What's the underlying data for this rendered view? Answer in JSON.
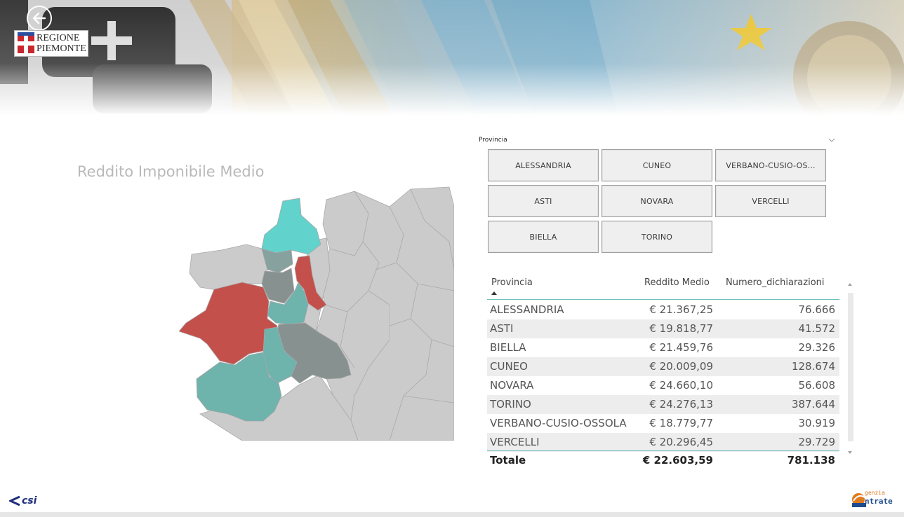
{
  "header": {
    "logo_line1": "REGIONE",
    "logo_line2": "PIEMONTE"
  },
  "title": "Reddito Imponibile Medio",
  "map": {
    "regions": [
      {
        "name": "VERBANO-CUSIO-OSSOLA",
        "color": "#62d2cd"
      },
      {
        "name": "NOVARA",
        "color": "#c4504c"
      },
      {
        "name": "BIELLA",
        "color": "#86a19e"
      },
      {
        "name": "VERCELLI",
        "color": "#6fb3ad"
      },
      {
        "name": "TORINO",
        "color": "#c4504c"
      },
      {
        "name": "ASTI",
        "color": "#6fb3ad"
      },
      {
        "name": "ALESSANDRIA",
        "color": "#879290"
      },
      {
        "name": "CUNEO",
        "color": "#6fb3ad"
      }
    ],
    "context_color": "#cbcbcb",
    "border_color": "#a9a9a9"
  },
  "slicer": {
    "header": "Provincia",
    "options": [
      "ALESSANDRIA",
      "CUNEO",
      "VERBANO-CUSIO-OS...",
      "ASTI",
      "NOVARA",
      "VERCELLI",
      "BIELLA",
      "TORINO"
    ]
  },
  "table": {
    "columns": [
      "Provincia",
      "Reddito Medio",
      "Numero_dichiarazioni"
    ],
    "rows": [
      [
        "ALESSANDRIA",
        "€ 21.367,25",
        "76.666"
      ],
      [
        "ASTI",
        "€ 19.818,77",
        "41.572"
      ],
      [
        "BIELLA",
        "€ 21.459,76",
        "29.326"
      ],
      [
        "CUNEO",
        "€ 20.009,09",
        "128.674"
      ],
      [
        "NOVARA",
        "€ 24.660,10",
        "56.608"
      ],
      [
        "TORINO",
        "€ 24.276,13",
        "387.644"
      ],
      [
        "VERBANO-CUSIO-OSSOLA",
        "€ 18.779,77",
        "30.919"
      ],
      [
        "VERCELLI",
        "€ 20.296,45",
        "29.729"
      ]
    ],
    "total": [
      "Totale",
      "€ 22.603,59",
      "781.138"
    ]
  },
  "footer": {
    "csi_label": "csi",
    "ae_line1": "genzia",
    "ae_line2": "ntrate"
  }
}
